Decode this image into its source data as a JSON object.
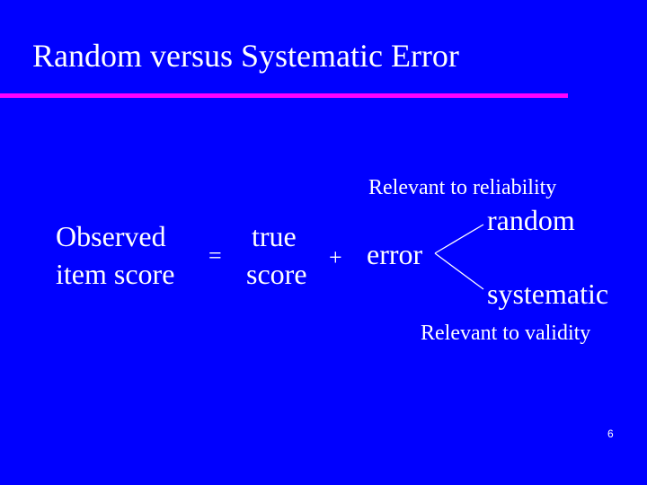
{
  "slide": {
    "title": "Random versus Systematic Error",
    "relevant_reliability": "Relevant to reliability",
    "observed_line1": "Observed",
    "observed_line2": "item score",
    "equals": "=",
    "true_line1": "true",
    "true_line2": "score",
    "plus": "+",
    "error": "error",
    "random": "random",
    "systematic": "systematic",
    "relevant_validity": "Relevant to validity",
    "page_number": "6"
  },
  "colors": {
    "background": "#0000ff",
    "text": "#ffffff",
    "title_rule": "#ff00ff"
  }
}
